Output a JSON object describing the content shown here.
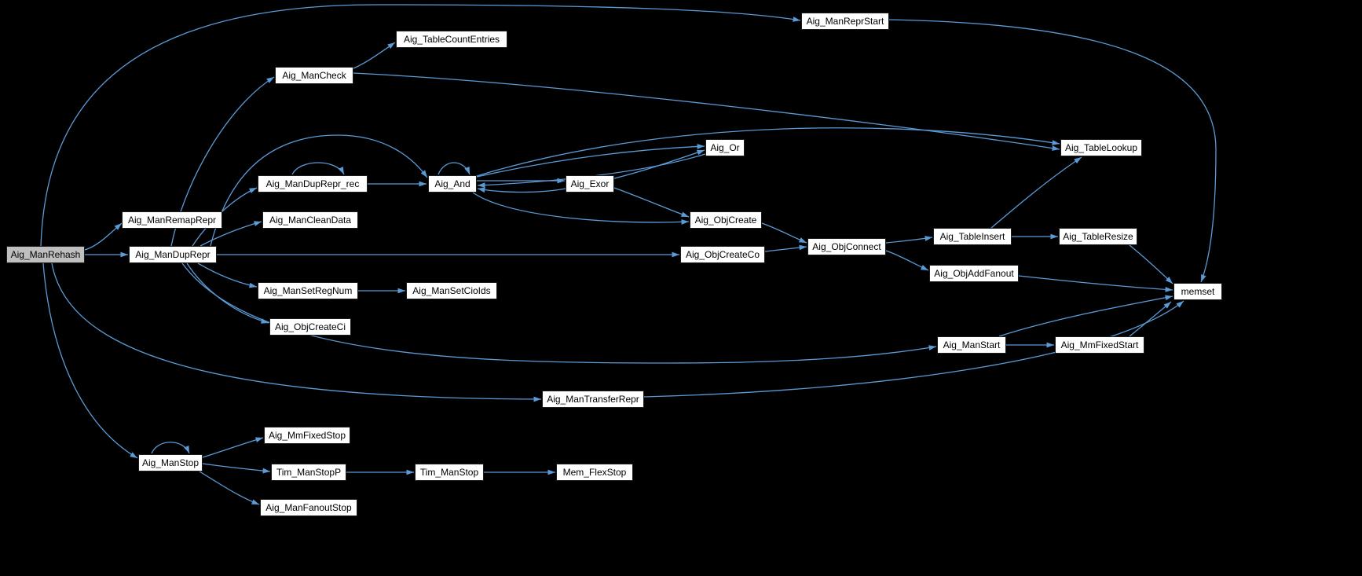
{
  "title": "Aig_ManRehash call graph",
  "colors": {
    "background": "#000000",
    "edge": "#5b9bd5",
    "node_fill": "#ffffff",
    "node_border": "#1c1c1c",
    "node_text": "#000000",
    "highlight_fill": "#bfbfbf"
  },
  "nodes": [
    {
      "id": "Aig_ManRehash",
      "label": "Aig_ManRehash",
      "highlighted": true
    },
    {
      "id": "Aig_ManRemapRepr",
      "label": "Aig_ManRemapRepr"
    },
    {
      "id": "Aig_ManDupRepr",
      "label": "Aig_ManDupRepr"
    },
    {
      "id": "Aig_ManCheck",
      "label": "Aig_ManCheck"
    },
    {
      "id": "Aig_TableCountEntries",
      "label": "Aig_TableCountEntries"
    },
    {
      "id": "Aig_ManDupRepr_rec",
      "label": "Aig_ManDupRepr_rec"
    },
    {
      "id": "Aig_ManCleanData",
      "label": "Aig_ManCleanData"
    },
    {
      "id": "Aig_And",
      "label": "Aig_And"
    },
    {
      "id": "Aig_Or",
      "label": "Aig_Or"
    },
    {
      "id": "Aig_Exor",
      "label": "Aig_Exor"
    },
    {
      "id": "Aig_ObjCreate",
      "label": "Aig_ObjCreate"
    },
    {
      "id": "Aig_ObjCreateCo",
      "label": "Aig_ObjCreateCo"
    },
    {
      "id": "Aig_ObjConnect",
      "label": "Aig_ObjConnect"
    },
    {
      "id": "Aig_TableInsert",
      "label": "Aig_TableInsert"
    },
    {
      "id": "Aig_TableResize",
      "label": "Aig_TableResize"
    },
    {
      "id": "Aig_ObjAddFanout",
      "label": "Aig_ObjAddFanout"
    },
    {
      "id": "Aig_TableLookup",
      "label": "Aig_TableLookup"
    },
    {
      "id": "Aig_ManReprStart",
      "label": "Aig_ManReprStart"
    },
    {
      "id": "memset",
      "label": "memset"
    },
    {
      "id": "Aig_ManSetRegNum",
      "label": "Aig_ManSetRegNum"
    },
    {
      "id": "Aig_ManSetCioIds",
      "label": "Aig_ManSetCioIds"
    },
    {
      "id": "Aig_ObjCreateCi",
      "label": "Aig_ObjCreateCi"
    },
    {
      "id": "Aig_ManStart",
      "label": "Aig_ManStart"
    },
    {
      "id": "Aig_MmFixedStart",
      "label": "Aig_MmFixedStart"
    },
    {
      "id": "Aig_ManTransferRepr",
      "label": "Aig_ManTransferRepr"
    },
    {
      "id": "Aig_ManStop",
      "label": "Aig_ManStop"
    },
    {
      "id": "Aig_MmFixedStop",
      "label": "Aig_MmFixedStop"
    },
    {
      "id": "Tim_ManStopP",
      "label": "Tim_ManStopP"
    },
    {
      "id": "Tim_ManStop",
      "label": "Tim_ManStop"
    },
    {
      "id": "Mem_FlexStop",
      "label": "Mem_FlexStop"
    },
    {
      "id": "Aig_ManFanoutStop",
      "label": "Aig_ManFanoutStop"
    }
  ],
  "edges": [
    {
      "from": "Aig_ManRehash",
      "to": "Aig_ManRemapRepr"
    },
    {
      "from": "Aig_ManRehash",
      "to": "Aig_ManDupRepr"
    },
    {
      "from": "Aig_ManRehash",
      "to": "Aig_ManReprStart"
    },
    {
      "from": "Aig_ManRehash",
      "to": "Aig_ManTransferRepr"
    },
    {
      "from": "Aig_ManRehash",
      "to": "Aig_ManStop"
    },
    {
      "from": "Aig_ManDupRepr",
      "to": "Aig_ManCheck"
    },
    {
      "from": "Aig_ManCheck",
      "to": "Aig_TableCountEntries"
    },
    {
      "from": "Aig_ManCheck",
      "to": "Aig_TableLookup"
    },
    {
      "from": "Aig_ManDupRepr",
      "to": "Aig_ManDupRepr_rec"
    },
    {
      "from": "Aig_ManDupRepr",
      "to": "Aig_ManCleanData"
    },
    {
      "from": "Aig_ManDupRepr",
      "to": "Aig_ObjCreateCo"
    },
    {
      "from": "Aig_ManDupRepr",
      "to": "Aig_ManSetRegNum"
    },
    {
      "from": "Aig_ManDupRepr",
      "to": "Aig_ObjCreateCi"
    },
    {
      "from": "Aig_ManDupRepr",
      "to": "Aig_ManStart"
    },
    {
      "from": "Aig_ManDupRepr",
      "to": "Aig_And"
    },
    {
      "from": "Aig_ManDupRepr_rec",
      "to": "Aig_ManDupRepr_rec"
    },
    {
      "from": "Aig_ManDupRepr_rec",
      "to": "Aig_And"
    },
    {
      "from": "Aig_And",
      "to": "Aig_And"
    },
    {
      "from": "Aig_And",
      "to": "Aig_Exor"
    },
    {
      "from": "Aig_Exor",
      "to": "Aig_And"
    },
    {
      "from": "Aig_And",
      "to": "Aig_Or"
    },
    {
      "from": "Aig_Or",
      "to": "Aig_And"
    },
    {
      "from": "Aig_Exor",
      "to": "Aig_Or"
    },
    {
      "from": "Aig_Exor",
      "to": "Aig_ObjCreate"
    },
    {
      "from": "Aig_And",
      "to": "Aig_ObjCreate"
    },
    {
      "from": "Aig_And",
      "to": "Aig_TableLookup"
    },
    {
      "from": "Aig_ObjCreate",
      "to": "Aig_ObjConnect"
    },
    {
      "from": "Aig_ObjCreateCo",
      "to": "Aig_ObjConnect"
    },
    {
      "from": "Aig_ObjConnect",
      "to": "Aig_TableInsert"
    },
    {
      "from": "Aig_ObjConnect",
      "to": "Aig_ObjAddFanout"
    },
    {
      "from": "Aig_TableInsert",
      "to": "Aig_TableResize"
    },
    {
      "from": "Aig_TableInsert",
      "to": "Aig_TableLookup"
    },
    {
      "from": "Aig_TableResize",
      "to": "memset"
    },
    {
      "from": "Aig_ObjAddFanout",
      "to": "memset"
    },
    {
      "from": "Aig_ManStart",
      "to": "Aig_MmFixedStart"
    },
    {
      "from": "Aig_ManStart",
      "to": "memset"
    },
    {
      "from": "Aig_MmFixedStart",
      "to": "memset"
    },
    {
      "from": "Aig_ManReprStart",
      "to": "memset"
    },
    {
      "from": "Aig_ManTransferRepr",
      "to": "memset"
    },
    {
      "from": "Aig_ManSetRegNum",
      "to": "Aig_ManSetCioIds"
    },
    {
      "from": "Aig_ManStop",
      "to": "Aig_ManStop"
    },
    {
      "from": "Aig_ManStop",
      "to": "Aig_MmFixedStop"
    },
    {
      "from": "Aig_ManStop",
      "to": "Tim_ManStopP"
    },
    {
      "from": "Aig_ManStop",
      "to": "Aig_ManFanoutStop"
    },
    {
      "from": "Tim_ManStopP",
      "to": "Tim_ManStop"
    },
    {
      "from": "Tim_ManStop",
      "to": "Mem_FlexStop"
    }
  ]
}
